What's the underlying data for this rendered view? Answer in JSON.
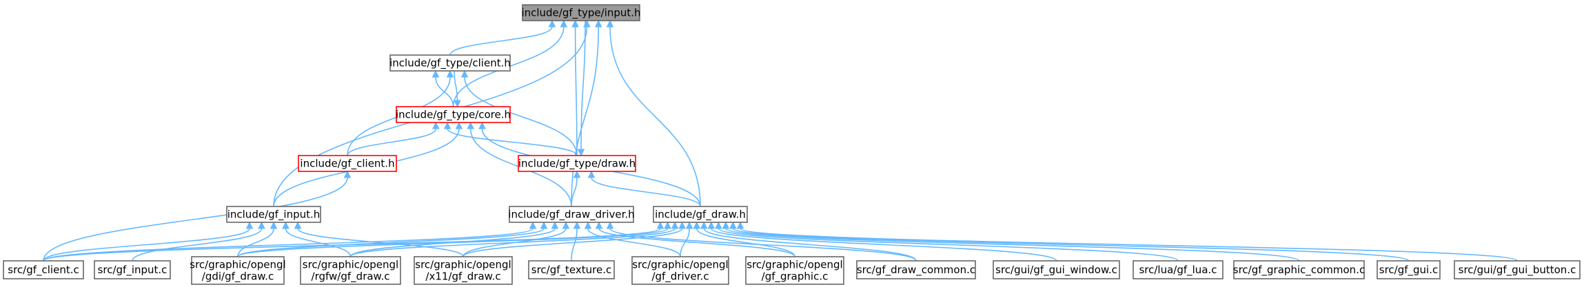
{
  "nodes": {
    "input_h": {
      "lines": [
        "include/gf_type/input.h"
      ],
      "style": "root"
    },
    "client_h": {
      "lines": [
        "include/gf_type/client.h"
      ],
      "style": "normal"
    },
    "core_h": {
      "lines": [
        "include/gf_type/core.h"
      ],
      "style": "red"
    },
    "gf_client_h": {
      "lines": [
        "include/gf_client.h"
      ],
      "style": "red"
    },
    "draw_h": {
      "lines": [
        "include/gf_type/draw.h"
      ],
      "style": "red"
    },
    "gf_input_h": {
      "lines": [
        "include/gf_input.h"
      ],
      "style": "normal"
    },
    "gf_draw_driver_h": {
      "lines": [
        "include/gf_draw_driver.h"
      ],
      "style": "normal"
    },
    "gf_draw_h": {
      "lines": [
        "include/gf_draw.h"
      ],
      "style": "normal"
    },
    "gf_client_c": {
      "lines": [
        "src/gf_client.c"
      ],
      "style": "normal"
    },
    "gf_input_c": {
      "lines": [
        "src/gf_input.c"
      ],
      "style": "normal"
    },
    "gdi_draw_c": {
      "lines": [
        "src/graphic/opengl",
        "/gdi/gf_draw.c"
      ],
      "style": "normal"
    },
    "rgfw_draw_c": {
      "lines": [
        "src/graphic/opengl",
        "/rgfw/gf_draw.c"
      ],
      "style": "normal"
    },
    "x11_draw_c": {
      "lines": [
        "src/graphic/opengl",
        "/x11/gf_draw.c"
      ],
      "style": "normal"
    },
    "gf_texture_c": {
      "lines": [
        "src/gf_texture.c"
      ],
      "style": "normal"
    },
    "gf_driver_c": {
      "lines": [
        "src/graphic/opengl",
        "/gf_driver.c"
      ],
      "style": "normal"
    },
    "gf_graphic_c": {
      "lines": [
        "src/graphic/opengl",
        "/gf_graphic.c"
      ],
      "style": "normal"
    },
    "gf_draw_common_c": {
      "lines": [
        "src/gf_draw_common.c"
      ],
      "style": "normal"
    },
    "gf_gui_window_c": {
      "lines": [
        "src/gui/gf_gui_window.c"
      ],
      "style": "normal"
    },
    "gf_lua_c": {
      "lines": [
        "src/lua/gf_lua.c"
      ],
      "style": "normal"
    },
    "gf_graphic_common_c": {
      "lines": [
        "src/gf_graphic_common.c"
      ],
      "style": "normal"
    },
    "gf_gui_c": {
      "lines": [
        "src/gf_gui.c"
      ],
      "style": "normal"
    },
    "gf_gui_button_c": {
      "lines": [
        "src/gui/gf_gui_button.c"
      ],
      "style": "normal"
    }
  },
  "edges": [
    [
      "client_h",
      "input_h"
    ],
    [
      "core_h",
      "input_h"
    ],
    [
      "draw_h",
      "input_h"
    ],
    [
      "gf_input_h",
      "input_h"
    ],
    [
      "gf_draw_driver_h",
      "input_h"
    ],
    [
      "gf_draw_h",
      "input_h"
    ],
    [
      "core_h",
      "client_h"
    ],
    [
      "gf_client_h",
      "client_h"
    ],
    [
      "draw_h",
      "client_h"
    ],
    [
      "client_h",
      "core_h"
    ],
    [
      "input_h",
      "draw_h"
    ],
    [
      "gf_client_h",
      "core_h"
    ],
    [
      "draw_h",
      "core_h"
    ],
    [
      "gf_input_h",
      "core_h"
    ],
    [
      "gf_draw_driver_h",
      "core_h"
    ],
    [
      "gf_draw_h",
      "core_h"
    ],
    [
      "gf_draw_driver_h",
      "draw_h"
    ],
    [
      "gf_draw_h",
      "draw_h"
    ],
    [
      "gf_client_c",
      "gf_client_h"
    ],
    [
      "gf_client_c",
      "gf_input_h"
    ],
    [
      "gf_input_c",
      "gf_input_h"
    ],
    [
      "gdi_draw_c",
      "gf_input_h"
    ],
    [
      "rgfw_draw_c",
      "gf_input_h"
    ],
    [
      "x11_draw_c",
      "gf_input_h"
    ],
    [
      "gf_client_c",
      "gf_draw_driver_h"
    ],
    [
      "gdi_draw_c",
      "gf_draw_driver_h"
    ],
    [
      "rgfw_draw_c",
      "gf_draw_driver_h"
    ],
    [
      "x11_draw_c",
      "gf_draw_driver_h"
    ],
    [
      "gf_texture_c",
      "gf_draw_driver_h"
    ],
    [
      "gf_driver_c",
      "gf_draw_driver_h"
    ],
    [
      "gf_graphic_c",
      "gf_draw_driver_h"
    ],
    [
      "gf_draw_common_c",
      "gf_draw_driver_h"
    ],
    [
      "gf_client_c",
      "gf_draw_h"
    ],
    [
      "gdi_draw_c",
      "gf_draw_h"
    ],
    [
      "rgfw_draw_c",
      "gf_draw_h"
    ],
    [
      "x11_draw_c",
      "gf_draw_h"
    ],
    [
      "gf_driver_c",
      "gf_draw_h"
    ],
    [
      "gf_graphic_c",
      "gf_draw_h"
    ],
    [
      "gf_draw_common_c",
      "gf_draw_h"
    ],
    [
      "gf_gui_window_c",
      "gf_draw_h"
    ],
    [
      "gf_lua_c",
      "gf_draw_h"
    ],
    [
      "gf_graphic_common_c",
      "gf_draw_h"
    ],
    [
      "gf_gui_c",
      "gf_draw_h"
    ],
    [
      "gf_gui_button_c",
      "gf_draw_h"
    ]
  ]
}
